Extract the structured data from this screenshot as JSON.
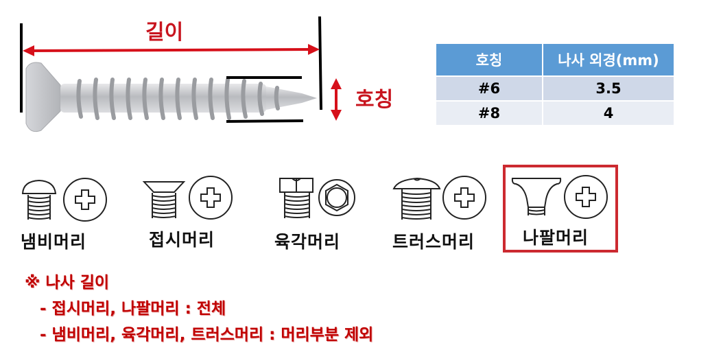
{
  "diagram": {
    "length_label": "길이",
    "nominal_label": "호칭",
    "colors": {
      "annotation_red": "#c8141e",
      "table_header": "#5b9bd5",
      "table_row_1": "#cfd8e8",
      "table_row_2": "#e9edf4",
      "highlight_border": "#cc2a30"
    }
  },
  "spec_table": {
    "headers": [
      "호칭",
      "나사 외경(mm)"
    ],
    "rows": [
      [
        "#6",
        "3.5"
      ],
      [
        "#8",
        "4"
      ]
    ]
  },
  "head_types": [
    {
      "label": "냄비머리",
      "drive": "phillips",
      "highlighted": false
    },
    {
      "label": "접시머리",
      "drive": "phillips",
      "highlighted": false
    },
    {
      "label": "육각머리",
      "drive": "hex",
      "highlighted": false
    },
    {
      "label": "트러스머리",
      "drive": "phillips",
      "highlighted": false
    },
    {
      "label": "나팔머리",
      "drive": "phillips",
      "highlighted": true
    }
  ],
  "notes": {
    "title": "※ 나사 길이",
    "items": [
      "- 접시머리, 나팔머리 : 전체",
      "- 냄비머리, 육각머리, 트러스머리 : 머리부분 제외"
    ]
  }
}
